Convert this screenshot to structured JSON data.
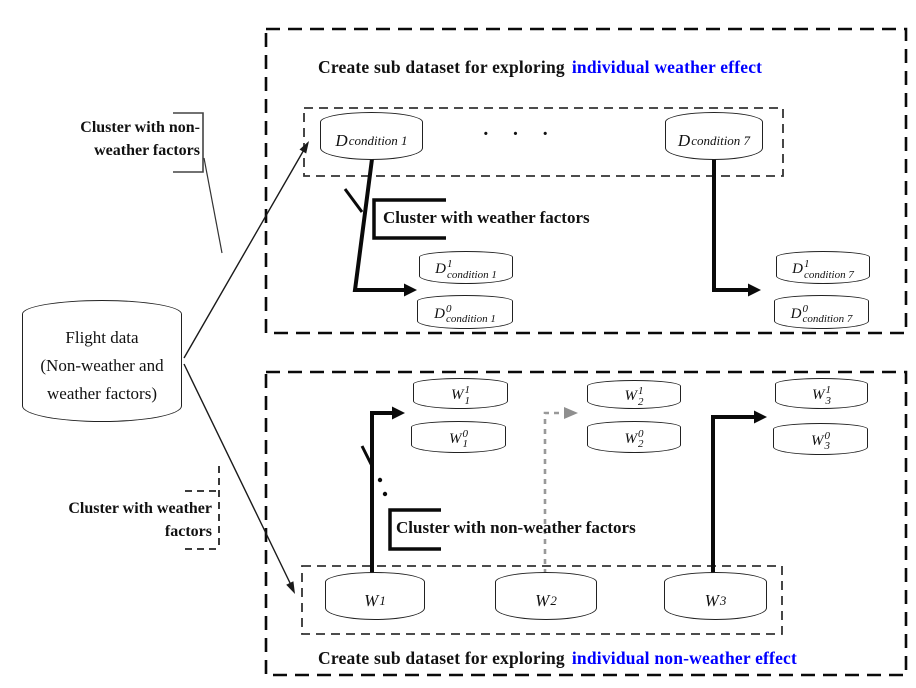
{
  "titles": {
    "top_black": "Create sub dataset for exploring",
    "top_blue": "individual weather effect",
    "bottom_black": "Create sub dataset for exploring",
    "bottom_blue": "individual non-weather effect"
  },
  "labels": {
    "cluster_non_weather_pointer_line1": "Cluster with non-",
    "cluster_non_weather_pointer_line2": "weather factors",
    "cluster_weather_pointer_line1": "Cluster with weather",
    "cluster_weather_pointer_line2": "factors",
    "cluster_weather_bracket": "Cluster with weather factors",
    "cluster_non_weather_bracket": "Cluster with non-weather factors",
    "ellipsis": "· · ·"
  },
  "cylinders": {
    "flight_data": {
      "line1": "Flight data",
      "line2": "(Non-weather and",
      "line3": "weather factors)"
    },
    "d_condition_1": {
      "base": "D",
      "sub": "condition 1"
    },
    "d_condition_7": {
      "base": "D",
      "sub": "condition 7"
    },
    "d1_condition_1": {
      "base": "D",
      "sup": "1",
      "sub": "condition 1"
    },
    "d0_condition_1": {
      "base": "D",
      "sup": "0",
      "sub": "condition 1"
    },
    "d1_condition_7": {
      "base": "D",
      "sup": "1",
      "sub": "condition 7"
    },
    "d0_condition_7": {
      "base": "D",
      "sup": "0",
      "sub": "condition 7"
    },
    "w_1": {
      "base": "W",
      "sub": "1"
    },
    "w_2": {
      "base": "W",
      "sub": "2"
    },
    "w_3": {
      "base": "W",
      "sub": "3"
    },
    "w1_1": {
      "base": "W",
      "sup": "1",
      "sub": "1"
    },
    "w0_1": {
      "base": "W",
      "sup": "0",
      "sub": "1"
    },
    "w1_2": {
      "base": "W",
      "sup": "1",
      "sub": "2"
    },
    "w0_2": {
      "base": "W",
      "sup": "0",
      "sub": "2"
    },
    "w1_3": {
      "base": "W",
      "sup": "1",
      "sub": "3"
    },
    "w0_3": {
      "base": "W",
      "sup": "0",
      "sub": "3"
    }
  },
  "colors": {
    "accent_blue": "#0000FF",
    "arrow_gray": "#999999",
    "ink": "#111111"
  }
}
